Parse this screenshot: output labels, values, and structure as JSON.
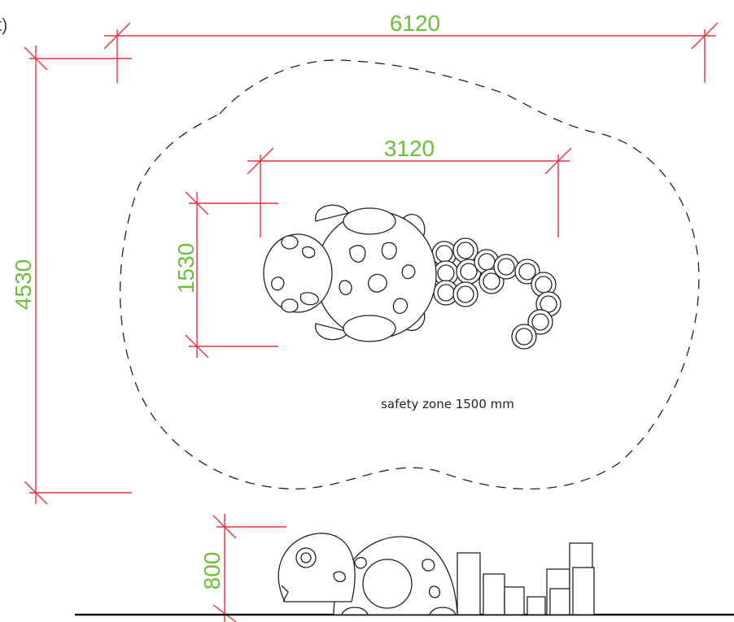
{
  "corner_fragment": "t)",
  "dimensions": {
    "overall_width": "6120",
    "overall_depth": "4530",
    "object_length": "3120",
    "object_width": "1530",
    "object_height": "800"
  },
  "safety_zone_label": "safety zone 1500 mm",
  "colors": {
    "dimension_line": "#e8333a",
    "dimension_text": "#6cbf3a",
    "ink": "#222222"
  }
}
